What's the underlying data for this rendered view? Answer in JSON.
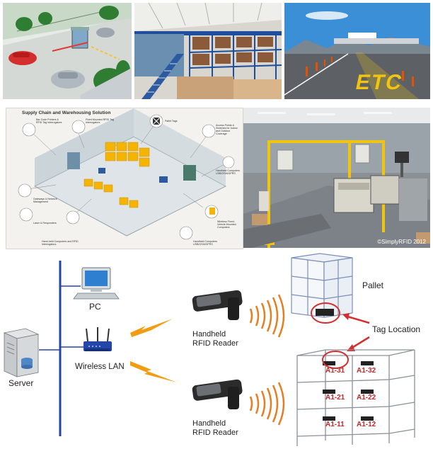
{
  "collage": {
    "background": "#ffffff",
    "accent_orange": "#f39c12",
    "signal_orange": "#e67e22",
    "network_blue": "#2346a8",
    "tag_red": "#d32f2f"
  },
  "road_photo": {
    "marking_text": "ETC",
    "marking_color": "#f1c40f"
  },
  "supply_chain": {
    "title": "Supply Chain and Warehousing Solution",
    "callouts": [
      "Bar Code Printers & RFID Tag Interrogators",
      "Fixed Mounted RFID Tag Interrogators",
      "Pallet Tags",
      "Access Points & Switches for Indoor and Outdoor Coverage",
      "Handheld Computers USB/GSM/GPRS",
      "Gateways & Network Management",
      "Laser & Responders",
      "Hand-held Computers and RFID Interrogators",
      "Wireless Fixed-Vehicle Mounted Computers",
      "Handheld Computers USB/GSM/GPRS"
    ]
  },
  "portal_photo": {
    "copyright": "©SimplyRFID 2012"
  },
  "network": {
    "pc_label": "PC",
    "wireless_label": "Wireless LAN",
    "server_label": "Server",
    "reader_top_label_1": "Handheld",
    "reader_top_label_2": "RFID Reader",
    "reader_bottom_label_1": "Handheld",
    "reader_bottom_label_2": "RFID Reader",
    "pallet_label": "Pallet",
    "tag_location_label": "Tag Location",
    "rack_locations": [
      "A1-31",
      "A1-32",
      "A1-21",
      "A1-22",
      "A1-11",
      "A1-12"
    ]
  }
}
